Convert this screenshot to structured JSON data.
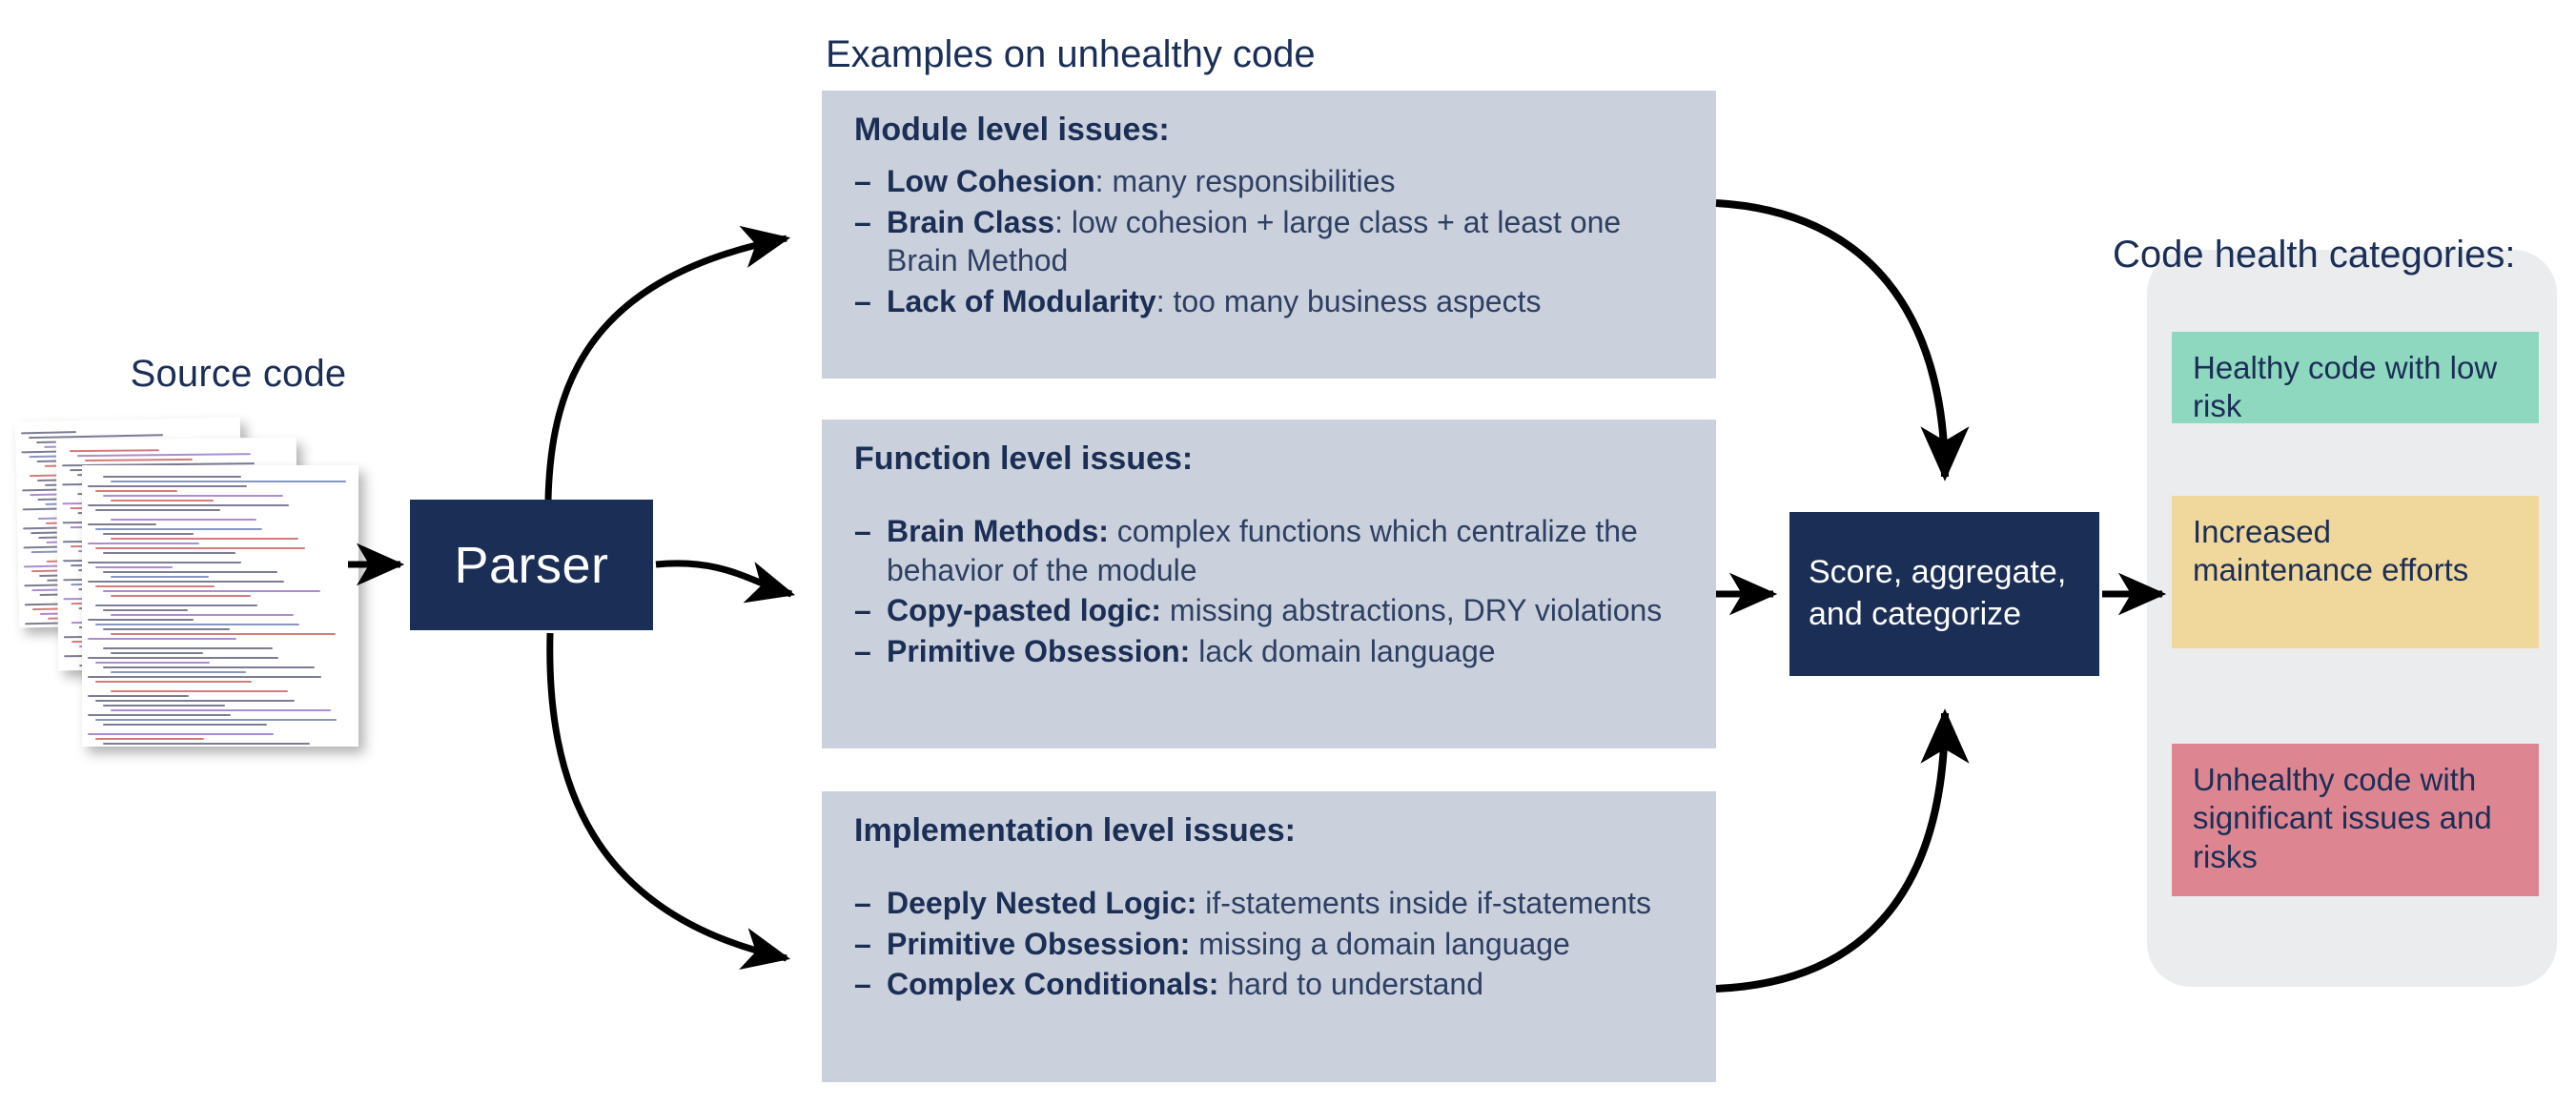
{
  "source": {
    "label": "Source code"
  },
  "parser": {
    "label": "Parser"
  },
  "examples": {
    "heading": "Examples on unhealthy code",
    "panels": [
      {
        "title": "Module level issues:",
        "items": [
          {
            "dash": "–",
            "term": "Low Cohesion",
            "sep": ": ",
            "desc": "many responsibilities"
          },
          {
            "dash": "–",
            "term": "Brain Class",
            "sep": ": ",
            "desc": "low cohesion + large class + at least one Brain Method"
          },
          {
            "dash": "–",
            "term": "Lack of Modularity",
            "sep": ": ",
            "desc": "too many business aspects"
          }
        ]
      },
      {
        "title": "Function level issues:",
        "items": [
          {
            "dash": "–",
            "term": "Brain Methods:",
            "sep": " ",
            "desc": "complex functions which centralize the behavior of the module"
          },
          {
            "dash": "–",
            "term": "Copy-pasted logic:",
            "sep": " ",
            "desc": "missing abstractions, DRY violations"
          },
          {
            "dash": "–",
            "term": "Primitive Obsession:",
            "sep": " ",
            "desc": "lack domain language"
          }
        ]
      },
      {
        "title": "Implementation level issues:",
        "items": [
          {
            "dash": "–",
            "term": "Deeply Nested Logic:",
            "sep": " ",
            "desc": "if-statements inside if-statements"
          },
          {
            "dash": "–",
            "term": "Primitive Obsession:",
            "sep": " ",
            "desc": "missing a domain language"
          },
          {
            "dash": "–",
            "term": "Complex Conditionals:",
            "sep": " ",
            "desc": "hard to understand"
          }
        ]
      }
    ]
  },
  "score": {
    "line1": "Score, aggregate,",
    "line2": "and categorize"
  },
  "health": {
    "heading": "Code health categories:",
    "cards": [
      {
        "label": "Healthy code with low risk",
        "color": "#8fd8c0"
      },
      {
        "label": "Increased maintenance efforts",
        "color": "#f0d79b"
      },
      {
        "label": "Unhealthy code with significant issues and risks",
        "color": "#de8592"
      }
    ]
  },
  "colors": {
    "navy": "#1b2e55",
    "panel_grey": "#cbd1dc",
    "health_panel_bg": "#eaecee",
    "background": "#ffffff",
    "arrow": "#000000"
  }
}
